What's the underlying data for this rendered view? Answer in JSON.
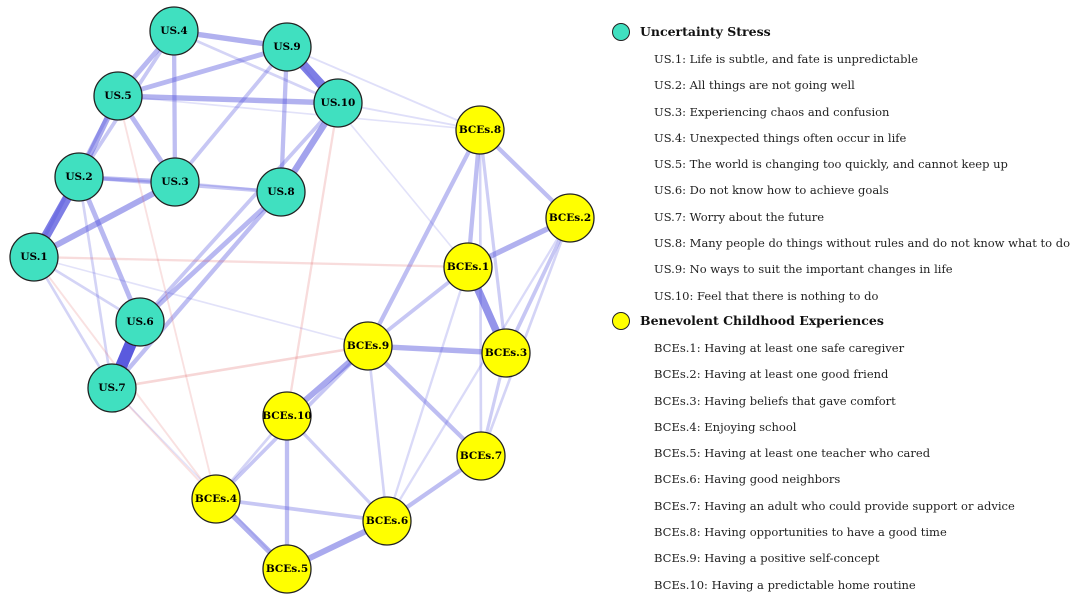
{
  "colors": {
    "us_node": "#40E0C0",
    "bce_node": "#FFFF00",
    "positive_edge": "#5555dd",
    "negative_edge": "#e06060",
    "node_border": "#222222"
  },
  "nodes": [
    {
      "id": "US.1",
      "group": "us"
    },
    {
      "id": "US.2",
      "group": "us"
    },
    {
      "id": "US.3",
      "group": "us"
    },
    {
      "id": "US.4",
      "group": "us"
    },
    {
      "id": "US.5",
      "group": "us"
    },
    {
      "id": "US.6",
      "group": "us"
    },
    {
      "id": "US.7",
      "group": "us"
    },
    {
      "id": "US.8",
      "group": "us"
    },
    {
      "id": "US.9",
      "group": "us"
    },
    {
      "id": "US.10",
      "group": "us"
    },
    {
      "id": "BCEs.1",
      "group": "bce"
    },
    {
      "id": "BCEs.2",
      "group": "bce"
    },
    {
      "id": "BCEs.3",
      "group": "bce"
    },
    {
      "id": "BCEs.4",
      "group": "bce"
    },
    {
      "id": "BCEs.5",
      "group": "bce"
    },
    {
      "id": "BCEs.6",
      "group": "bce"
    },
    {
      "id": "BCEs.7",
      "group": "bce"
    },
    {
      "id": "BCEs.8",
      "group": "bce"
    },
    {
      "id": "BCEs.9",
      "group": "bce"
    },
    {
      "id": "BCEs.10",
      "group": "bce"
    }
  ],
  "edges": [
    {
      "a": "US.6",
      "b": "US.7",
      "w": 1.0,
      "sign": "pos"
    },
    {
      "a": "US.1",
      "b": "US.2",
      "w": 0.75,
      "sign": "pos"
    },
    {
      "a": "US.9",
      "b": "US.10",
      "w": 0.75,
      "sign": "pos"
    },
    {
      "a": "BCEs.1",
      "b": "BCEs.3",
      "w": 0.6,
      "sign": "pos"
    },
    {
      "a": "US.10",
      "b": "US.8",
      "w": 0.5,
      "sign": "pos"
    },
    {
      "a": "US.5",
      "b": "US.2",
      "w": 0.45,
      "sign": "pos"
    },
    {
      "a": "US.1",
      "b": "US.3",
      "w": 0.45,
      "sign": "pos"
    },
    {
      "a": "BCEs.5",
      "b": "BCEs.6",
      "w": 0.45,
      "sign": "pos"
    },
    {
      "a": "BCEs.9",
      "b": "BCEs.10",
      "w": 0.45,
      "sign": "pos"
    },
    {
      "a": "US.4",
      "b": "US.9",
      "w": 0.4,
      "sign": "pos"
    },
    {
      "a": "US.5",
      "b": "US.10",
      "w": 0.4,
      "sign": "pos"
    },
    {
      "a": "BCEs.4",
      "b": "BCEs.5",
      "w": 0.4,
      "sign": "pos"
    },
    {
      "a": "BCEs.9",
      "b": "BCEs.3",
      "w": 0.4,
      "sign": "pos"
    },
    {
      "a": "BCEs.1",
      "b": "BCEs.2",
      "w": 0.4,
      "sign": "pos"
    },
    {
      "a": "US.4",
      "b": "US.5",
      "w": 0.35,
      "sign": "pos"
    },
    {
      "a": "US.5",
      "b": "US.9",
      "w": 0.35,
      "sign": "pos"
    },
    {
      "a": "US.5",
      "b": "US.3",
      "w": 0.35,
      "sign": "pos"
    },
    {
      "a": "US.2",
      "b": "US.6",
      "w": 0.35,
      "sign": "pos"
    },
    {
      "a": "US.6",
      "b": "US.8",
      "w": 0.35,
      "sign": "pos"
    },
    {
      "a": "US.2",
      "b": "US.3",
      "w": 0.3,
      "sign": "pos"
    },
    {
      "a": "US.4",
      "b": "US.3",
      "w": 0.3,
      "sign": "pos"
    },
    {
      "a": "US.9",
      "b": "US.8",
      "w": 0.3,
      "sign": "pos"
    },
    {
      "a": "US.7",
      "b": "US.8",
      "w": 0.3,
      "sign": "pos"
    },
    {
      "a": "BCEs.9",
      "b": "BCEs.7",
      "w": 0.3,
      "sign": "pos"
    },
    {
      "a": "BCEs.8",
      "b": "BCEs.1",
      "w": 0.3,
      "sign": "pos"
    },
    {
      "a": "BCEs.8",
      "b": "BCEs.2",
      "w": 0.3,
      "sign": "pos"
    },
    {
      "a": "BCEs.10",
      "b": "BCEs.5",
      "w": 0.3,
      "sign": "pos"
    },
    {
      "a": "BCEs.7",
      "b": "BCEs.6",
      "w": 0.3,
      "sign": "pos"
    },
    {
      "a": "BCEs.9",
      "b": "BCEs.8",
      "w": 0.3,
      "sign": "pos"
    },
    {
      "a": "US.3",
      "b": "US.9",
      "w": 0.25,
      "sign": "pos"
    },
    {
      "a": "US.2",
      "b": "US.8",
      "w": 0.25,
      "sign": "pos"
    },
    {
      "a": "US.1",
      "b": "US.5",
      "w": 0.25,
      "sign": "pos"
    },
    {
      "a": "US.4",
      "b": "US.2",
      "w": 0.25,
      "sign": "pos"
    },
    {
      "a": "US.6",
      "b": "US.10",
      "w": 0.25,
      "sign": "pos"
    },
    {
      "a": "BCEs.4",
      "b": "BCEs.6",
      "w": 0.25,
      "sign": "pos"
    },
    {
      "a": "BCEs.4",
      "b": "BCEs.9",
      "w": 0.25,
      "sign": "pos"
    },
    {
      "a": "BCEs.1",
      "b": "BCEs.9",
      "w": 0.25,
      "sign": "pos"
    },
    {
      "a": "BCEs.2",
      "b": "BCEs.3",
      "w": 0.25,
      "sign": "pos"
    },
    {
      "a": "BCEs.3",
      "b": "BCEs.7",
      "w": 0.2,
      "sign": "pos"
    },
    {
      "a": "BCEs.10",
      "b": "BCEs.6",
      "w": 0.2,
      "sign": "pos"
    },
    {
      "a": "BCEs.8",
      "b": "BCEs.3",
      "w": 0.2,
      "sign": "pos"
    },
    {
      "a": "BCEs.8",
      "b": "BCEs.7",
      "w": 0.15,
      "sign": "pos"
    },
    {
      "a": "BCEs.2",
      "b": "BCEs.7",
      "w": 0.15,
      "sign": "pos"
    },
    {
      "a": "BCEs.9",
      "b": "BCEs.6",
      "w": 0.15,
      "sign": "pos"
    },
    {
      "a": "BCEs.10",
      "b": "BCEs.4",
      "w": 0.15,
      "sign": "pos"
    },
    {
      "a": "BCEs.1",
      "b": "BCEs.6",
      "w": 0.12,
      "sign": "pos"
    },
    {
      "a": "BCEs.2",
      "b": "BCEs.6",
      "w": 0.12,
      "sign": "pos"
    },
    {
      "a": "US.1",
      "b": "US.6",
      "w": 0.15,
      "sign": "pos"
    },
    {
      "a": "US.1",
      "b": "US.7",
      "w": 0.15,
      "sign": "pos"
    },
    {
      "a": "US.4",
      "b": "US.10",
      "w": 0.15,
      "sign": "pos"
    },
    {
      "a": "US.2",
      "b": "US.7",
      "w": 0.15,
      "sign": "pos"
    },
    {
      "a": "US.3",
      "b": "US.8",
      "w": 0.12,
      "sign": "pos"
    },
    {
      "a": "US.1",
      "b": "BCEs.1",
      "w": 0.12,
      "sign": "neg"
    },
    {
      "a": "US.7",
      "b": "BCEs.9",
      "w": 0.15,
      "sign": "neg"
    },
    {
      "a": "US.10",
      "b": "BCEs.10",
      "w": 0.12,
      "sign": "neg"
    },
    {
      "a": "US.5",
      "b": "BCEs.4",
      "w": 0.08,
      "sign": "neg"
    },
    {
      "a": "US.7",
      "b": "BCEs.4",
      "w": 0.08,
      "sign": "neg"
    },
    {
      "a": "US.1",
      "b": "BCEs.4",
      "w": 0.08,
      "sign": "neg"
    },
    {
      "a": "US.9",
      "b": "BCEs.8",
      "w": 0.08,
      "sign": "pos"
    },
    {
      "a": "US.10",
      "b": "BCEs.8",
      "w": 0.08,
      "sign": "pos"
    },
    {
      "a": "US.5",
      "b": "BCEs.8",
      "w": 0.06,
      "sign": "pos"
    },
    {
      "a": "US.9",
      "b": "BCEs.1",
      "w": 0.06,
      "sign": "pos"
    },
    {
      "a": "US.7",
      "b": "BCEs.5",
      "w": 0.05,
      "sign": "pos"
    },
    {
      "a": "US.1",
      "b": "BCEs.9",
      "w": 0.06,
      "sign": "pos"
    }
  ],
  "legend": {
    "groups": [
      {
        "key": "us",
        "title": "Uncertainty Stress",
        "items": [
          "US.1: Life is subtle, and fate is unpredictable",
          "US.2: All things are not going well",
          "US.3: Experiencing chaos and confusion",
          "US.4: Unexpected things often occur in life",
          "US.5: The world is changing too quickly, and cannot keep up",
          "US.6: Do not know how to achieve goals",
          "US.7: Worry about the future",
          "US.8: Many people do things without rules and do not know what to do",
          "US.9: No ways to suit the important changes in life",
          "US.10: Feel that there is nothing to do"
        ]
      },
      {
        "key": "bce",
        "title": "Benevolent Childhood Experiences",
        "items": [
          "BCEs.1: Having at least one safe caregiver",
          "BCEs.2: Having at least one good friend",
          "BCEs.3: Having beliefs that gave comfort",
          "BCEs.4: Enjoying school",
          "BCEs.5: Having at least one teacher who cared",
          "BCEs.6: Having good neighbors",
          "BCEs.7: Having an adult who could provide support or advice",
          "BCEs.8: Having opportunities to have a good time",
          "BCEs.9: Having a positive self-concept",
          "BCEs.10: Having a predictable home routine"
        ]
      }
    ]
  }
}
